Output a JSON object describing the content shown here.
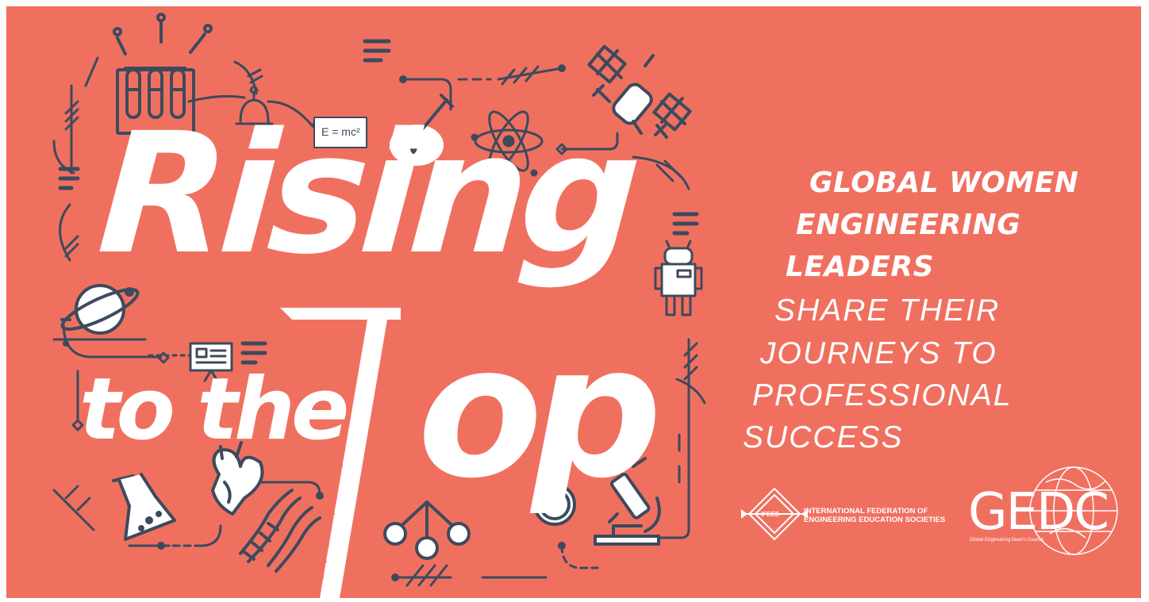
{
  "title": {
    "line1": "Rising",
    "line2": "to the",
    "line3": "op"
  },
  "headline": {
    "line1": "GLOBAL WOMEN",
    "line2": "ENGINEERING",
    "line3": "LEADERS"
  },
  "subheadline": {
    "line1": "SHARE THEIR",
    "line2": "JOURNEYS TO",
    "line3": "PROFESSIONAL",
    "line4": "SUCCESS"
  },
  "equation": "E = mc²",
  "logos": {
    "ifees": {
      "badge": "IFEES",
      "line1": "INTERNATIONAL FEDERATION OF",
      "line2": "ENGINEERING EDUCATION SOCIETIES"
    },
    "gedc": {
      "name": "GEDC",
      "tagline": "Global Engineering Dean's Council"
    }
  },
  "colors": {
    "background": "#f07060",
    "text": "#ffffff",
    "icon_stroke": "#3d4a5c"
  }
}
